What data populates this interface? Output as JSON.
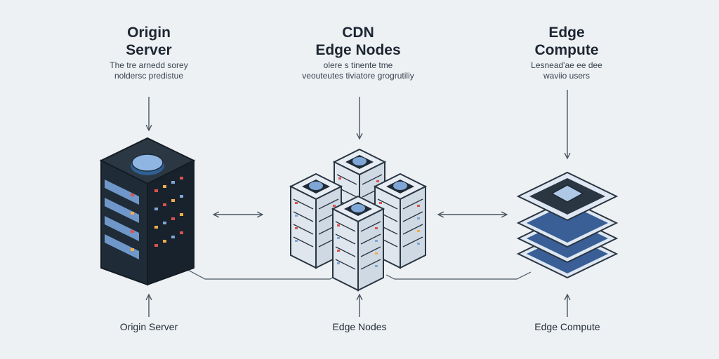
{
  "columns": {
    "origin": {
      "title_line1": "Origin",
      "title_line2": "Server",
      "desc_line1": "The tre arnedd sorey",
      "desc_line2": "noldersc predistue",
      "caption": "Origin Server",
      "icon": "server-rack-icon"
    },
    "cdn": {
      "title_line1": "CDN",
      "title_line2": "Edge Nodes",
      "desc_line1": "olere s tinente tme",
      "desc_line2": "veouteutes tiviatore grogrutiliy",
      "caption": "Edge Nodes",
      "icon": "server-cluster-icon"
    },
    "edge": {
      "title_line1": "Edge",
      "title_line2": "Compute",
      "desc_line1": "Lesnead'ae ee dee",
      "desc_line2": "waviio users",
      "caption": "Edge Compute",
      "icon": "layered-chip-icon"
    }
  },
  "colors": {
    "background": "#eef1f4",
    "server_dark": "#1f2b36",
    "accent_blue": "#7fa6d6",
    "node_light": "#dde5ee",
    "led_red": "#d9534f",
    "led_orange": "#f0ad4e",
    "line": "#4a5562"
  }
}
